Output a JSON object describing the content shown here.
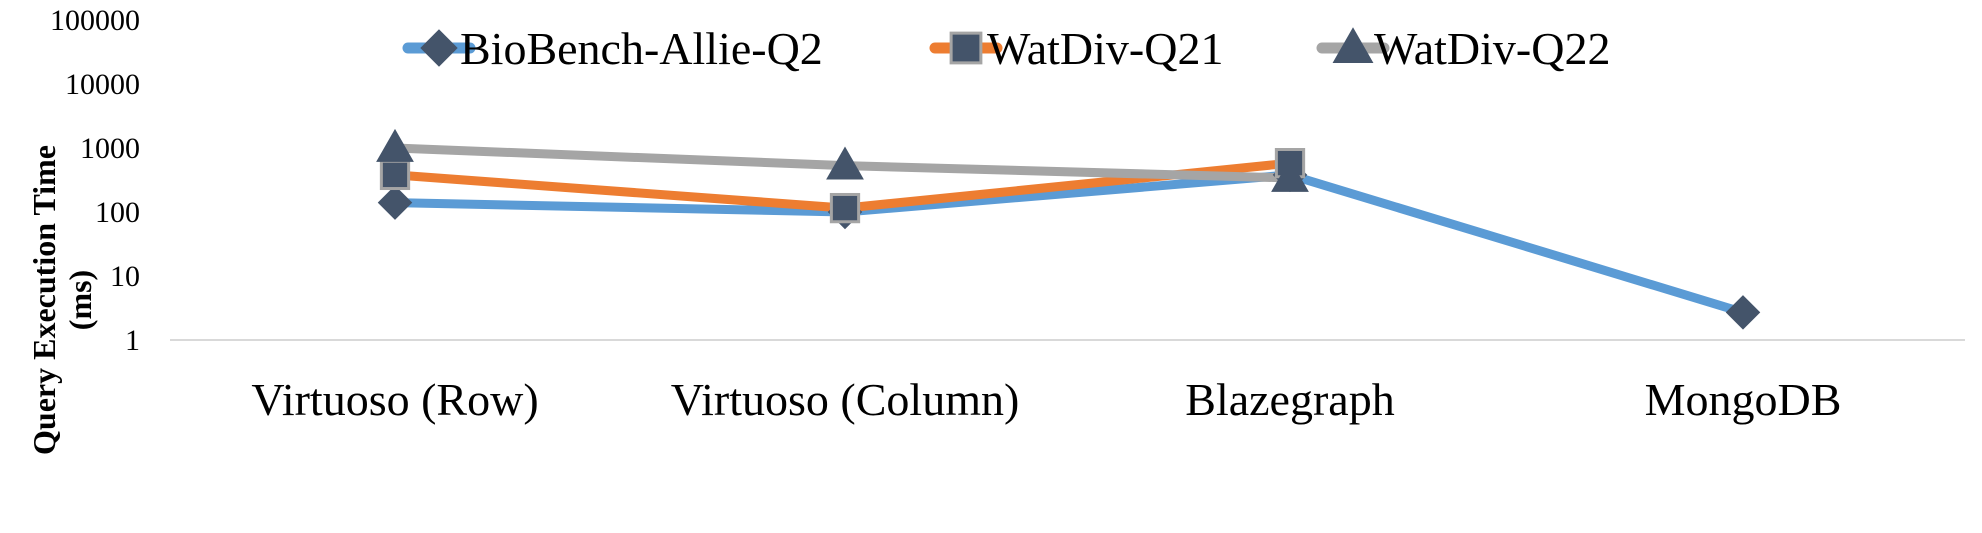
{
  "chart_data": {
    "type": "line",
    "title": "",
    "xlabel": "",
    "ylabel": [
      "Query Execution Time",
      "(ms)"
    ],
    "yscale": "log",
    "ylim": [
      1,
      100000
    ],
    "yticks": [
      "1",
      "10",
      "100",
      "1000",
      "10000",
      "100000"
    ],
    "grid": false,
    "legend": "top",
    "categories": [
      "Virtuoso (Row)",
      "Virtuoso (Column)",
      "Blazegraph",
      "MongoDB"
    ],
    "series": [
      {
        "name": "BioBench-Allie-Q2",
        "values": [
          140,
          100,
          380,
          2.7
        ],
        "line_color": "#5B9BD5",
        "marker": "diamond",
        "marker_color": "#44546A"
      },
      {
        "name": "WatDiv-Q21",
        "values": [
          380,
          115,
          580,
          null
        ],
        "line_color": "#ED7D31",
        "marker": "square",
        "marker_color": "#44546A"
      },
      {
        "name": "WatDiv-Q22",
        "values": [
          1000,
          530,
          340,
          null
        ],
        "line_color": "#A5A5A5",
        "marker": "triangle",
        "marker_color": "#44546A"
      }
    ]
  }
}
